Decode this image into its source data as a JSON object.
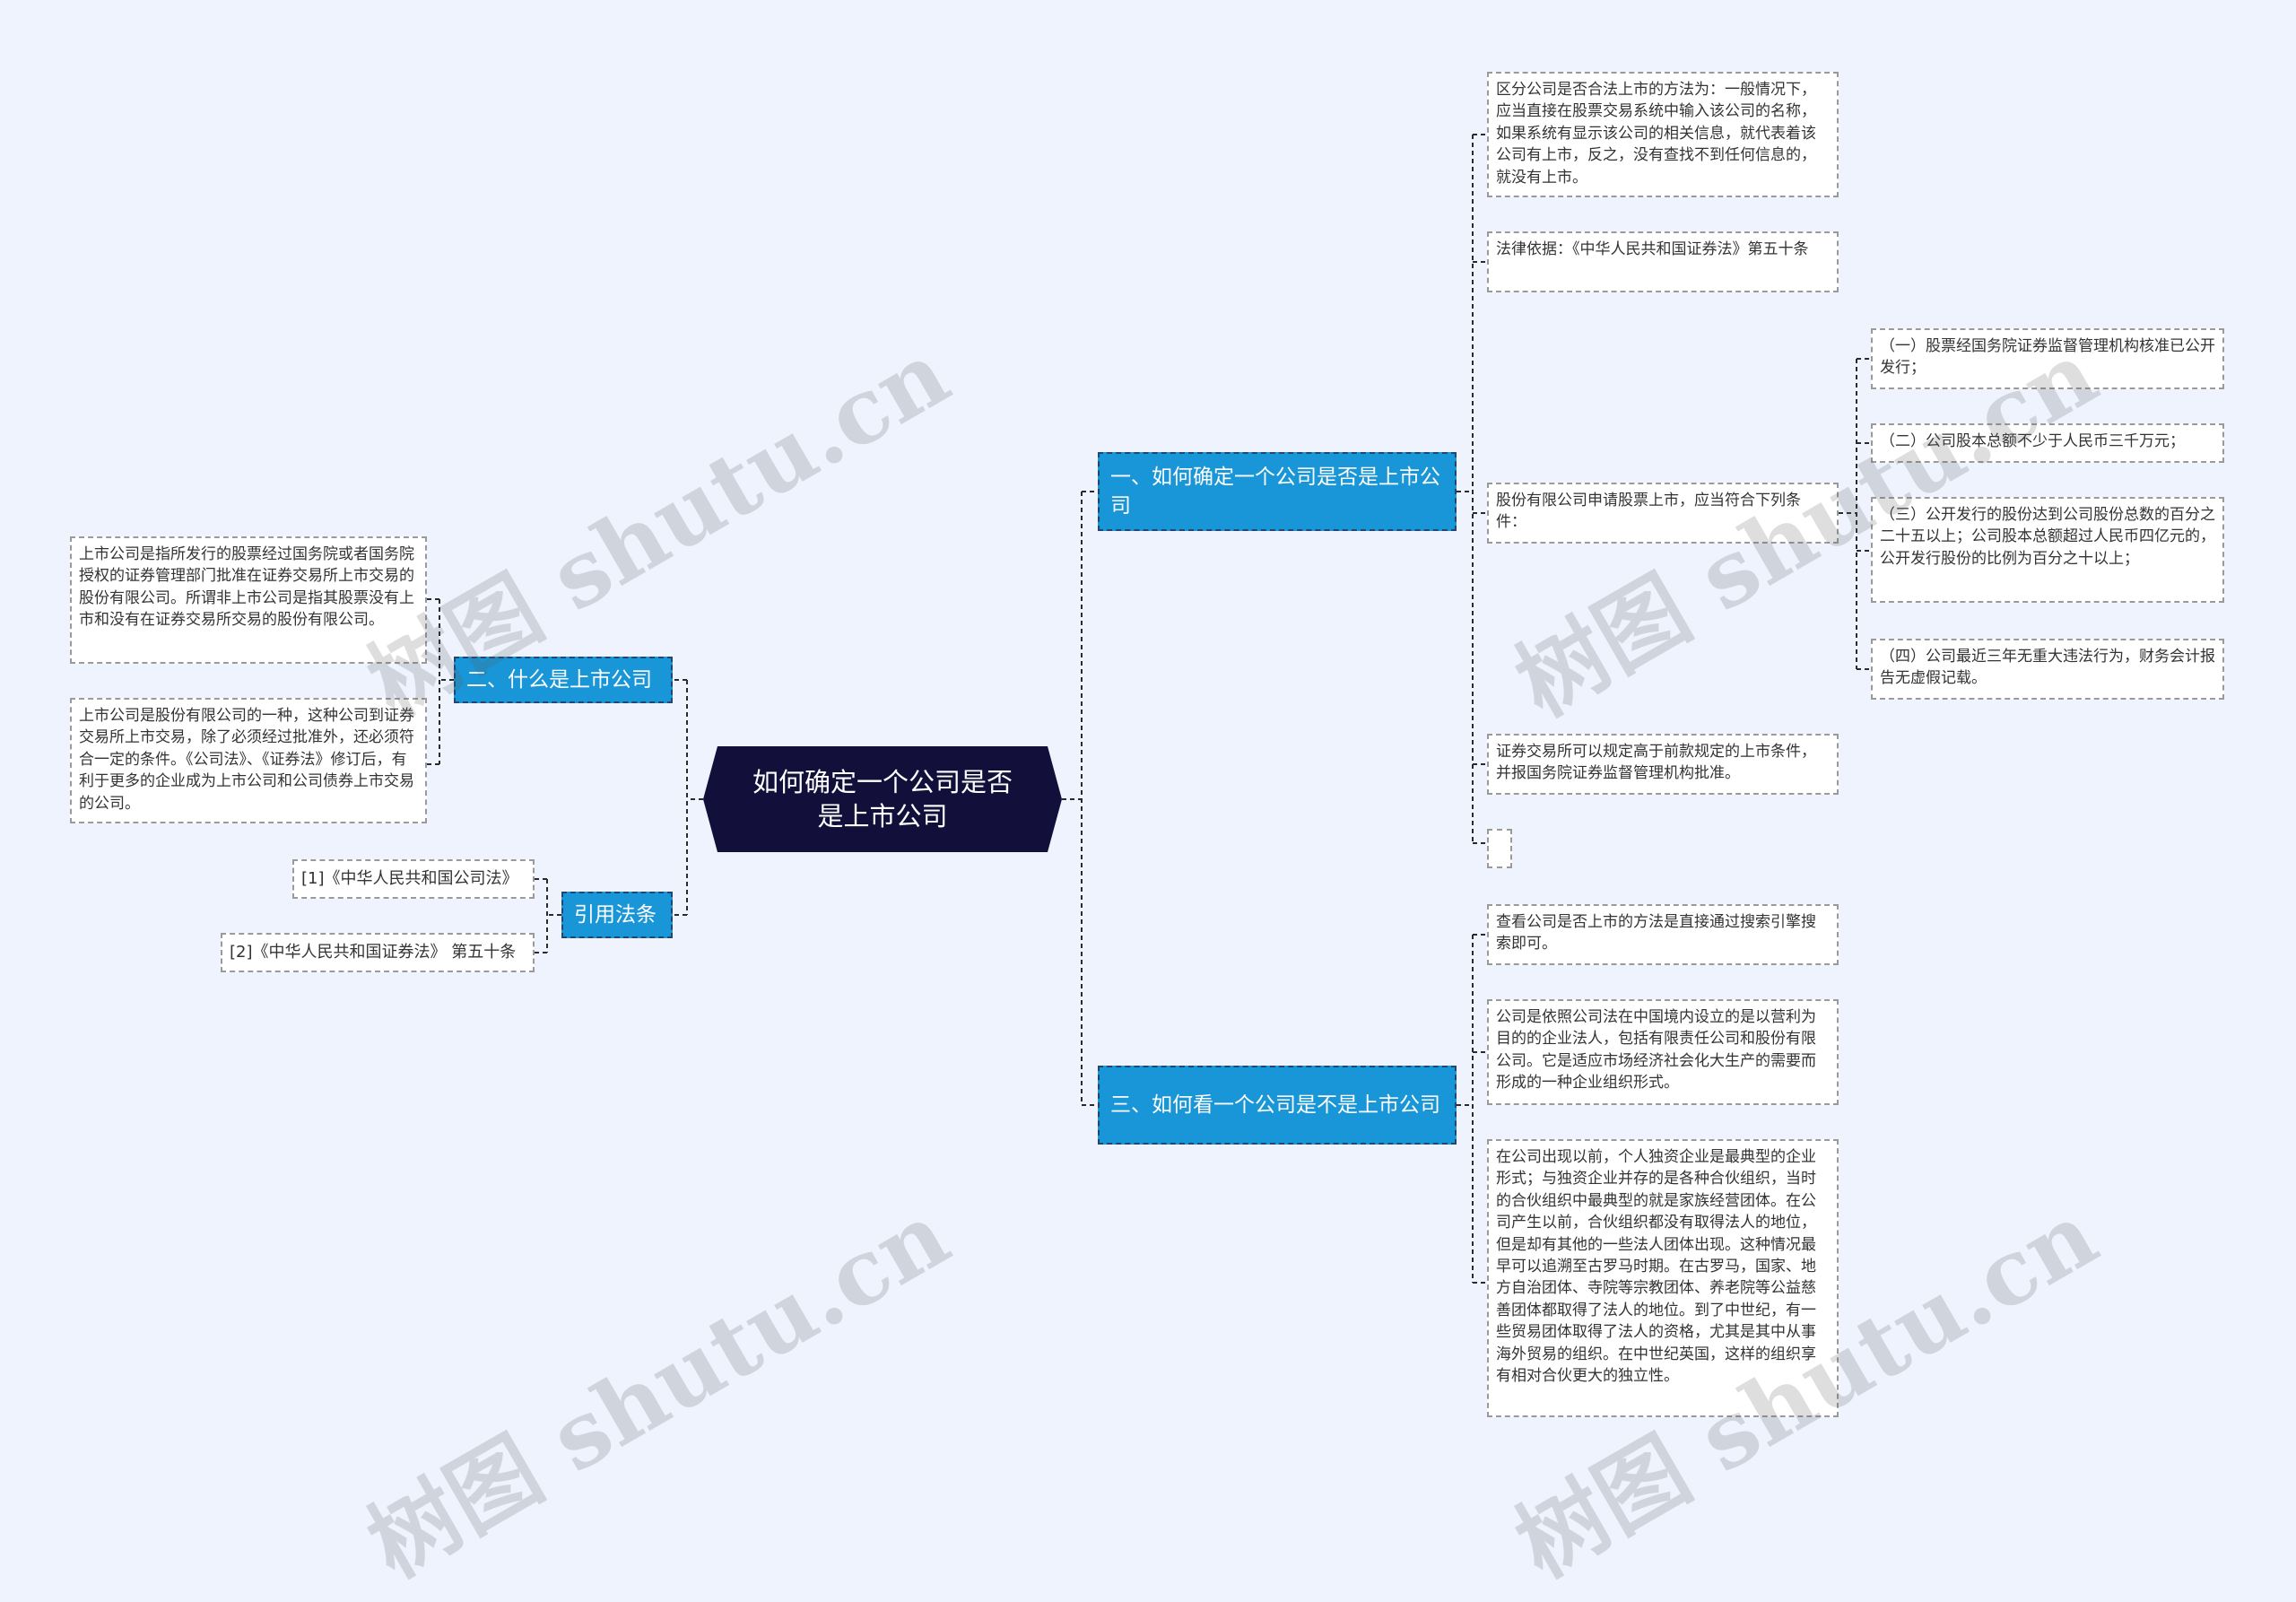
{
  "root": {
    "label": "如何确定一个公司是否是上市公司"
  },
  "branches": {
    "b1": {
      "label": "一、如何确定一个公司是否是上市公司"
    },
    "b2": {
      "label": "二、什么是上市公司"
    },
    "b3": {
      "label": "三、如何看一个公司是不是上市公司"
    },
    "refs": {
      "label": "引用法条"
    }
  },
  "b1_children": {
    "method": "区分公司是否合法上市的方法为：一般情况下，应当直接在股票交易系统中输入该公司的名称，如果系统有显示该公司的相关信息，就代表着该公司有上市，反之，没有查找不到任何信息的，就没有上市。",
    "basis": "法律依据：《中华人民共和国证券法》第五十条",
    "conditions_intro": "股份有限公司申请股票上市，应当符合下列条件：",
    "exchange": "证券交易所可以规定高于前款规定的上市条件，并报国务院证券监督管理机构批准。",
    "empty": ""
  },
  "conditions": {
    "c1": "（一）股票经国务院证券监督管理机构核准已公开发行；",
    "c2": "（二）公司股本总额不少于人民币三千万元；",
    "c3": "（三）公开发行的股份达到公司股份总数的百分之二十五以上；公司股本总额超过人民币四亿元的，公开发行股份的比例为百分之十以上；",
    "c4": "（四）公司最近三年无重大违法行为，财务会计报告无虚假记载。"
  },
  "b2_children": {
    "def1": "上市公司是指所发行的股票经过国务院或者国务院授权的证券管理部门批准在证券交易所上市交易的股份有限公司。所谓非上市公司是指其股票没有上市和没有在证券交易所交易的股份有限公司。",
    "def2": "上市公司是股份有限公司的一种，这种公司到证券交易所上市交易，除了必须经过批准外，还必须符合一定的条件。《公司法》、《证券法》修订后，有利于更多的企业成为上市公司和公司债券上市交易的公司。"
  },
  "b3_children": {
    "search": "查看公司是否上市的方法是直接通过搜索引擎搜索即可。",
    "company": "公司是依照公司法在中国境内设立的是以营利为目的的企业法人，包括有限责任公司和股份有限公司。它是适应市场经济社会化大生产的需要而形成的一种企业组织形式。",
    "history": "在公司出现以前，个人独资企业是最典型的企业形式；与独资企业并存的是各种合伙组织，当时的合伙组织中最典型的就是家族经营团体。在公司产生以前，合伙组织都没有取得法人的地位，但是却有其他的一些法人团体出现。这种情况最早可以追溯至古罗马时期。在古罗马，国家、地方自治团体、寺院等宗教团体、养老院等公益慈善团体都取得了法人的地位。到了中世纪，有一些贸易团体取得了法人的资格，尤其是其中从事海外贸易的组织。在中世纪英国，这样的组织享有相对合伙更大的独立性。"
  },
  "references": {
    "r1": "[1]《中华人民共和国公司法》",
    "r2": "[2]《中华人民共和国证券法》 第五十条"
  },
  "watermark": "树图 shutu.cn"
}
